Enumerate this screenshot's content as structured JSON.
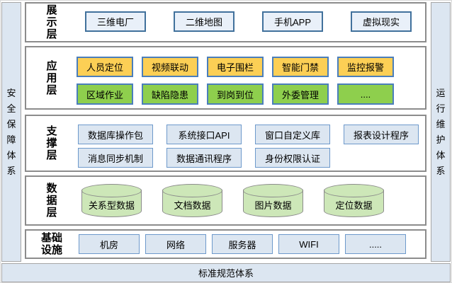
{
  "colors": {
    "pillar-bg": "#dce6f1",
    "pillar-border": "#a6a6a6",
    "layer-border": "#8c8c8c",
    "display-fill": "#e9f0f9",
    "display-border": "#41719c",
    "yellow-fill": "#fccf55",
    "green-fill": "#8ecf4d",
    "node-border": "#4a7ebb",
    "support-fill": "#dce6f1",
    "support-border": "#6d99cb",
    "cyl-fill": "#cde7b8",
    "cyl-border": "#8b8b8b"
  },
  "pillars": {
    "left": "安\n全\n保\n障\n体\n系",
    "right": "运\n行\n维\n护\n体\n系",
    "bottom": "标准规范体系"
  },
  "layers": [
    {
      "id": "display",
      "label": "展\n示\n层",
      "rows": [
        {
          "items": [
            "三维电厂",
            "二维地图",
            "手机APP",
            "虚拟现实"
          ]
        }
      ]
    },
    {
      "id": "application",
      "label": "应\n用\n层",
      "rows": [
        {
          "items": [
            "人员定位",
            "视频联动",
            "电子围栏",
            "智能门禁",
            "监控报警"
          ]
        },
        {
          "items": [
            "区域作业",
            "缺陷隐患",
            "到岗到位",
            "外委管理",
            "...."
          ]
        }
      ]
    },
    {
      "id": "support",
      "label": "支\n撑\n层",
      "rows": [
        {
          "items": [
            "数据库操作包",
            "系统接口API",
            "窗口自定义库",
            "报表设计程序"
          ]
        },
        {
          "items": [
            "消息同步机制",
            "数据通讯程序",
            "身份权限认证"
          ]
        }
      ]
    },
    {
      "id": "data",
      "label": "数\n据\n层",
      "rows": [
        {
          "items": [
            "关系型数据",
            "文档数据",
            "图片数据",
            "定位数据"
          ]
        }
      ]
    },
    {
      "id": "infra",
      "label": "基础\n设施",
      "rows": [
        {
          "items": [
            "机房",
            "网络",
            "服务器",
            "WIFI",
            "....."
          ]
        }
      ]
    }
  ]
}
